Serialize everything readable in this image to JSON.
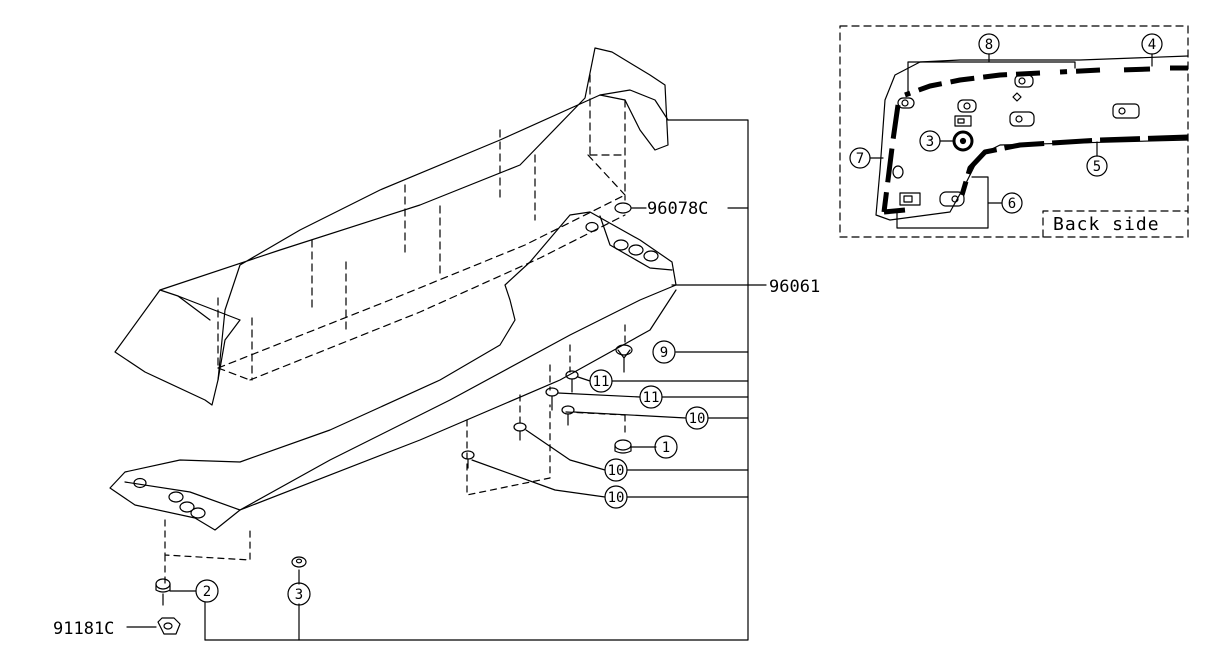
{
  "diagram": {
    "part_numbers": {
      "cap": "96078C",
      "spoiler": "96061",
      "clip_bottom": "91181C"
    },
    "callouts": {
      "c1": "1",
      "c2": "2",
      "c3": "3",
      "c9": "9",
      "c10a": "10",
      "c10b": "10",
      "c10c": "10",
      "c11a": "11",
      "c11b": "11"
    },
    "inset": {
      "caption": "Back side",
      "callouts": {
        "n3": "3",
        "n4": "4",
        "n5": "5",
        "n6": "6",
        "n7": "7",
        "n8": "8"
      }
    }
  }
}
